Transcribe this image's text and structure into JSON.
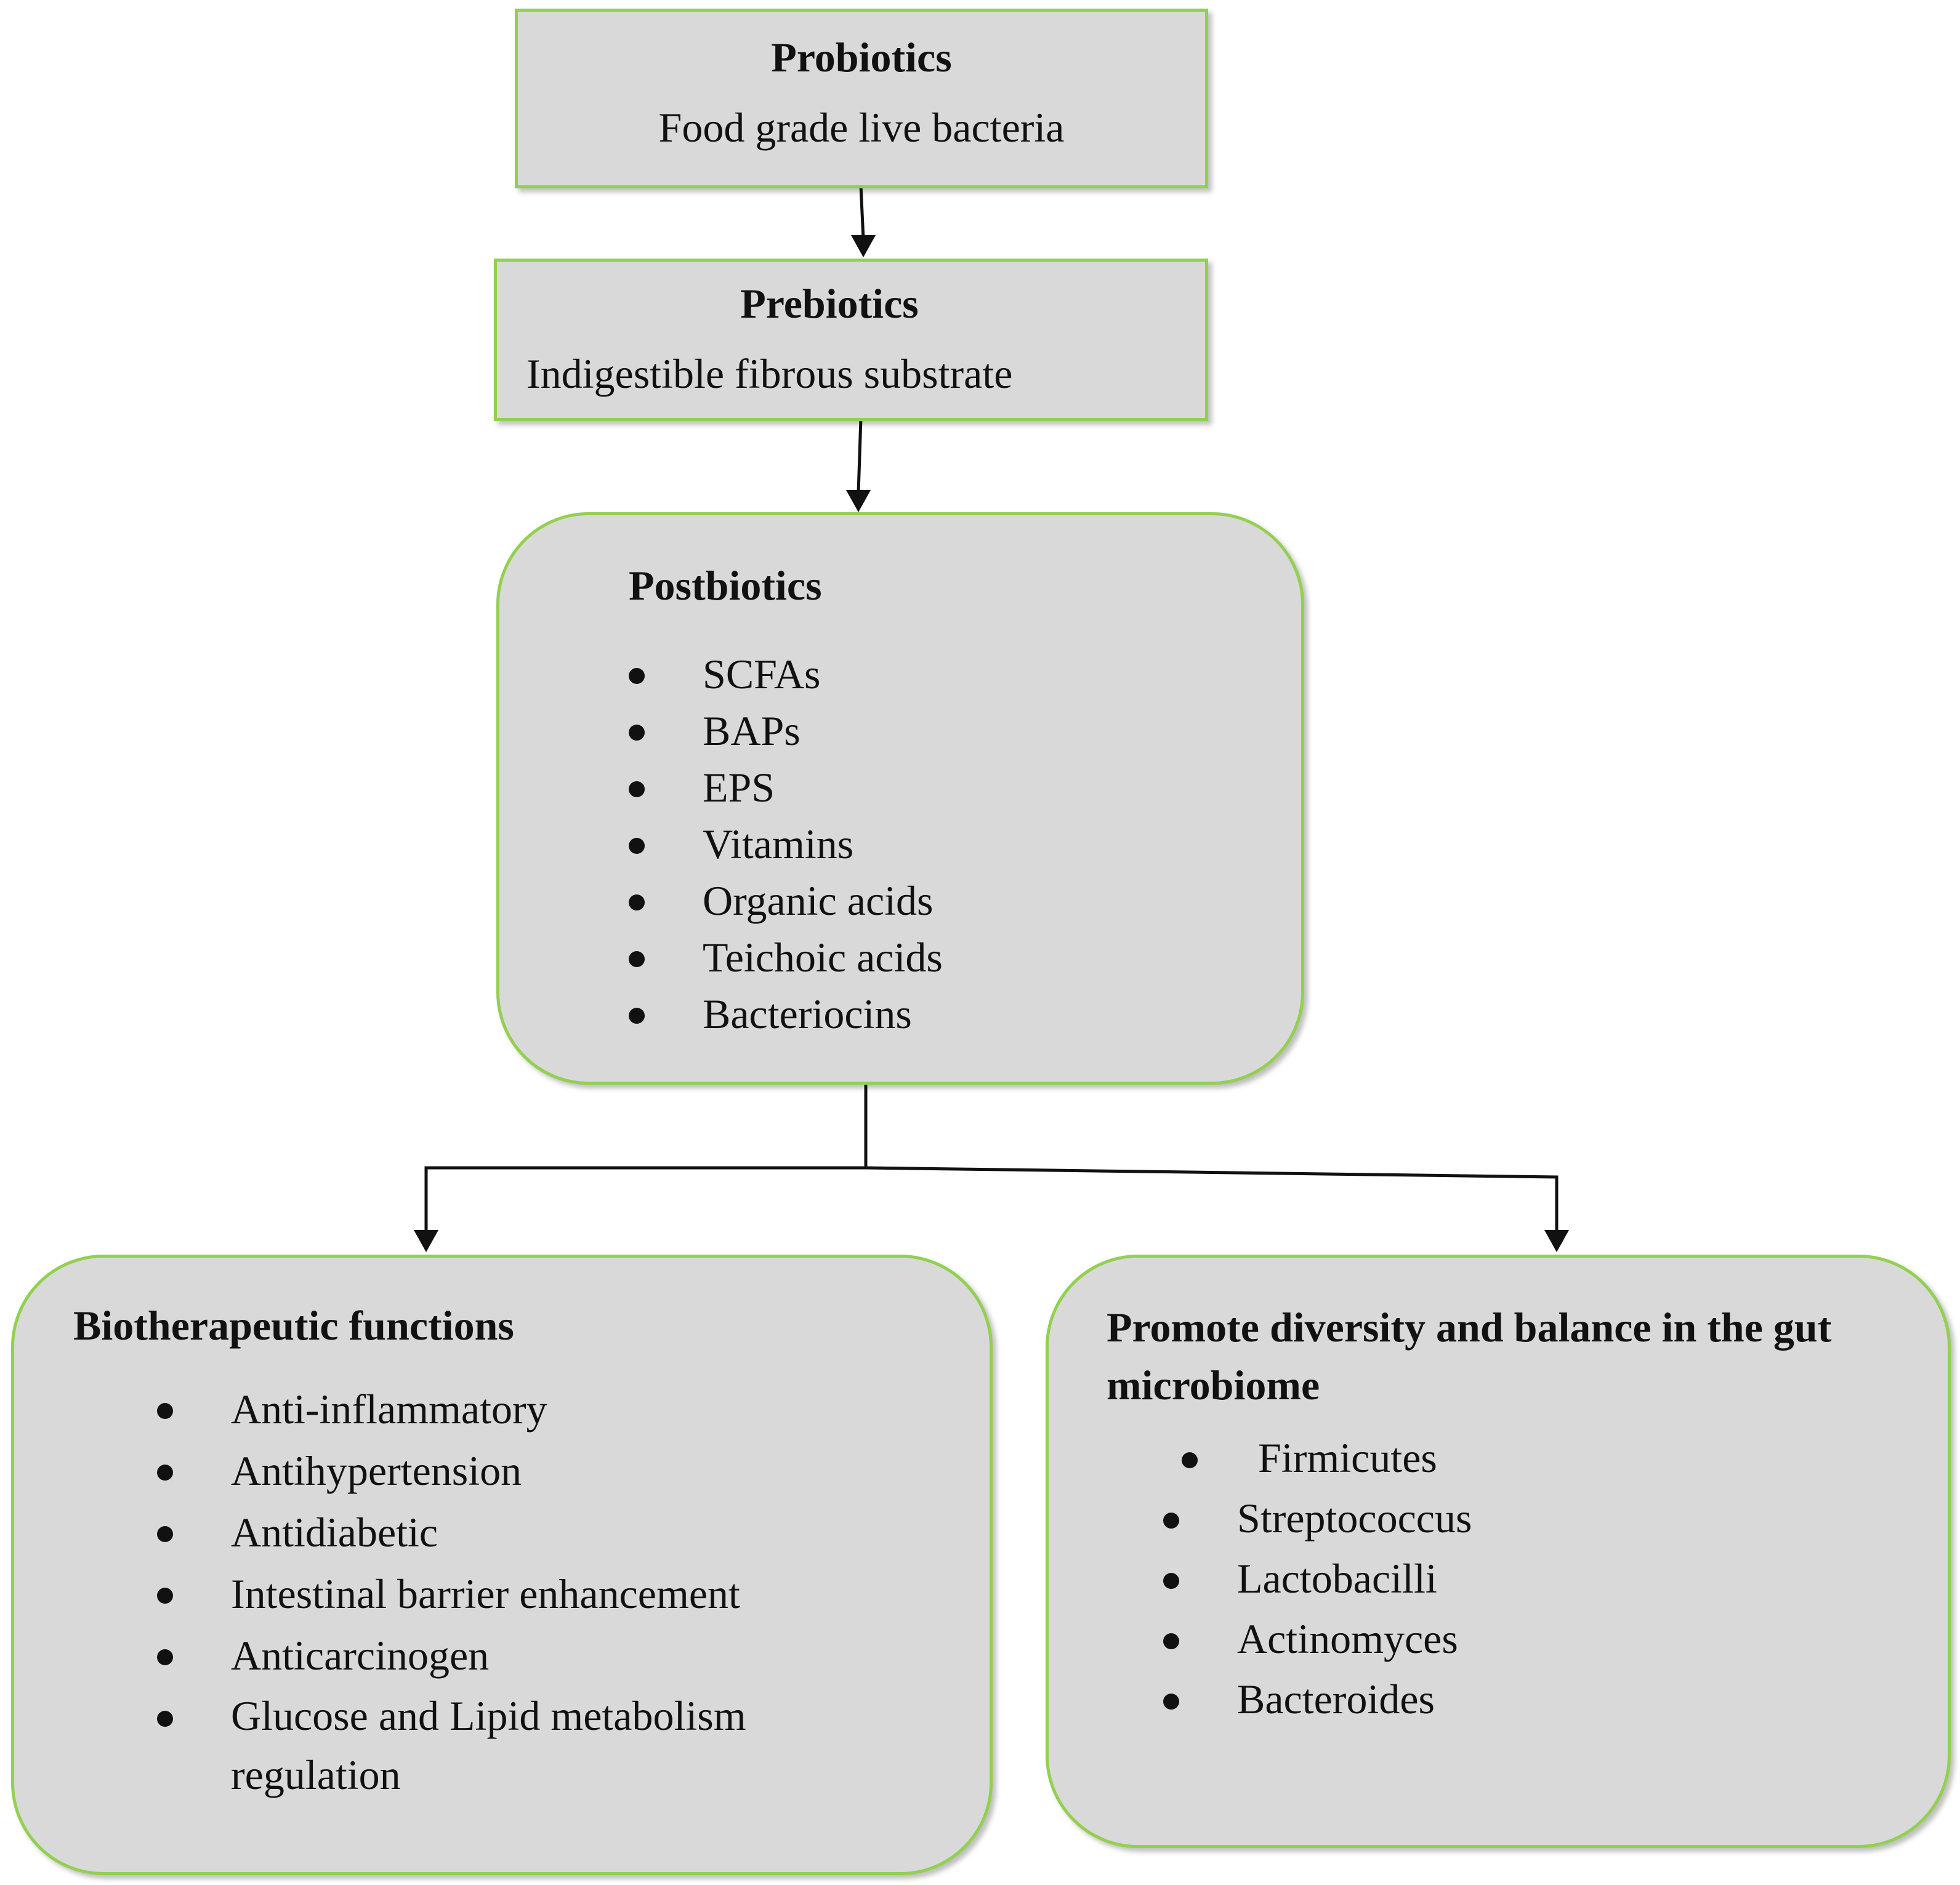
{
  "probiotics": {
    "title": "Probiotics",
    "subtitle": "Food grade live bacteria"
  },
  "prebiotics": {
    "title": "Prebiotics",
    "subtitle": "Indigestible fibrous substrate"
  },
  "postbiotics": {
    "title": "Postbiotics",
    "items": [
      "SCFAs",
      "BAPs",
      "EPS",
      "Vitamins",
      "Organic acids",
      "Teichoic acids",
      "Bacteriocins"
    ]
  },
  "biotherapeutic": {
    "title": "Biotherapeutic functions",
    "items": [
      "Anti-inflammatory",
      "Antihypertension",
      "Antidiabetic",
      "Intestinal barrier enhancement",
      "Anticarcinogen",
      "Glucose and Lipid metabolism regulation"
    ]
  },
  "microbiome": {
    "title": "Promote diversity and balance in the gut microbiome",
    "items": [
      "Firmicutes",
      "Streptococcus",
      "Lactobacilli",
      "Actinomyces",
      "Bacteroides"
    ]
  },
  "colors": {
    "box_fill": "#d9d9d9",
    "box_border": "#92d050",
    "line": "#111111"
  }
}
